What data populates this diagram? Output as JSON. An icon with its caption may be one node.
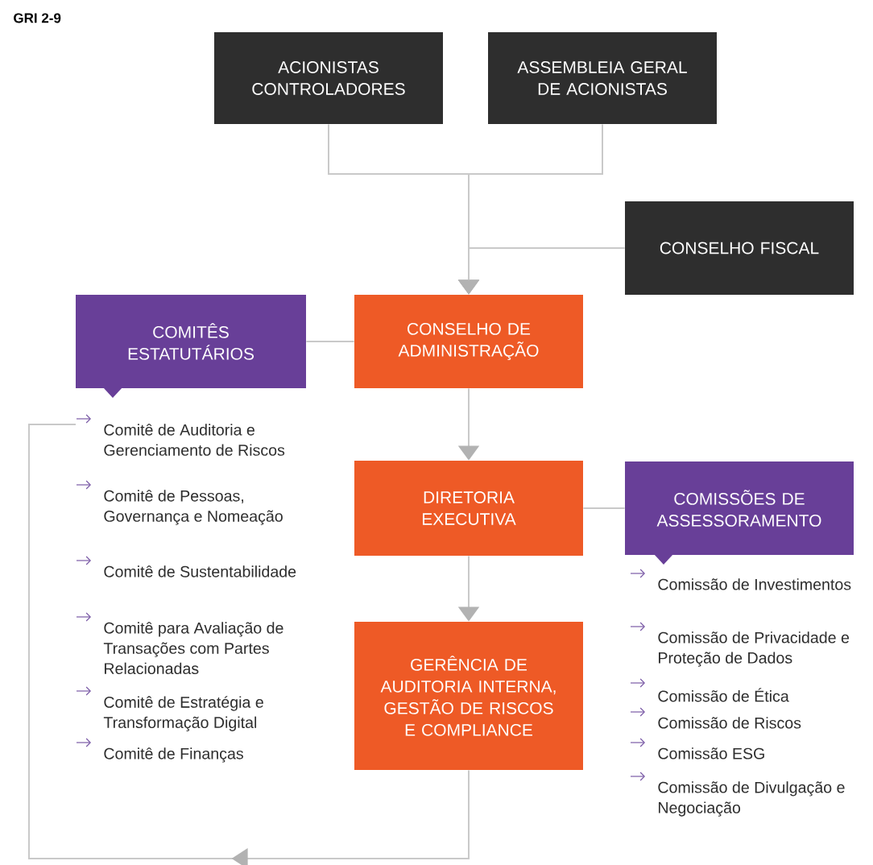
{
  "diagram": {
    "title": "GRI 2-9",
    "nodes": [
      {
        "text": [
          "ACIONISTAS CONTROLADORES"
        ]
      },
      {
        "text": [
          "ASSEMBLEIA GERAL DE ACIONISTAS"
        ]
      },
      {
        "text": [
          "CONSELHO FISCAL"
        ]
      },
      {
        "text": [
          "COMITÊS ESTATUTÁRIOS"
        ]
      },
      {
        "text": [
          "CONSELHO DE ADMINISTRAÇÃO"
        ]
      },
      {
        "text": [
          "DIRETORIA EXECUTIVA"
        ]
      },
      {
        "text": [
          "COMISSÕES DE ASSESSORAMENTO"
        ]
      },
      {
        "text": [
          "GERÊNCIA DE AUDITORIA INTERNA, GESTÃO DE RISCOS E COMPLIANCE"
        ]
      },
      {
        "text": [
          "Comitê de Auditoria e Gerenciamento de Riscos"
        ]
      },
      {
        "text": [
          "Comitê de Pessoas, Governança e Nomeação"
        ]
      },
      {
        "text": [
          "Comitê de Sustentabilidade"
        ]
      },
      {
        "text": [
          "Comitê para Avaliação de Transações com Partes Relacionadas"
        ]
      },
      {
        "text": [
          "Comitê de Estratégia e Transformação Digital"
        ]
      },
      {
        "text": [
          "Comitê de Finanças"
        ]
      },
      {
        "text": [
          "Comissão de Investimentos"
        ]
      },
      {
        "text": [
          "Comissão de Privacidade e Proteção de Dados"
        ]
      },
      {
        "text": [
          "Comissão de Ética"
        ]
      },
      {
        "text": [
          "Comissão de Riscos"
        ]
      },
      {
        "text": [
          "Comissão ESG"
        ]
      },
      {
        "text": [
          "Comissão de Divulgação e Negociação"
        ]
      }
    ],
    "edges": [
      {
        "from": 0,
        "to": 4,
        "arrow": "to"
      },
      {
        "from": 1,
        "to": 4,
        "arrow": "to"
      },
      {
        "from": 2,
        "to": 4,
        "arrow": "to"
      },
      {
        "from": 4,
        "to": 3,
        "arrow": "none"
      },
      {
        "from": 4,
        "to": 5,
        "arrow": "to"
      },
      {
        "from": 5,
        "to": 6,
        "arrow": "none"
      },
      {
        "from": 5,
        "to": 7,
        "arrow": "to"
      },
      {
        "from": 7,
        "to": 8,
        "arrow": "to"
      }
    ]
  }
}
